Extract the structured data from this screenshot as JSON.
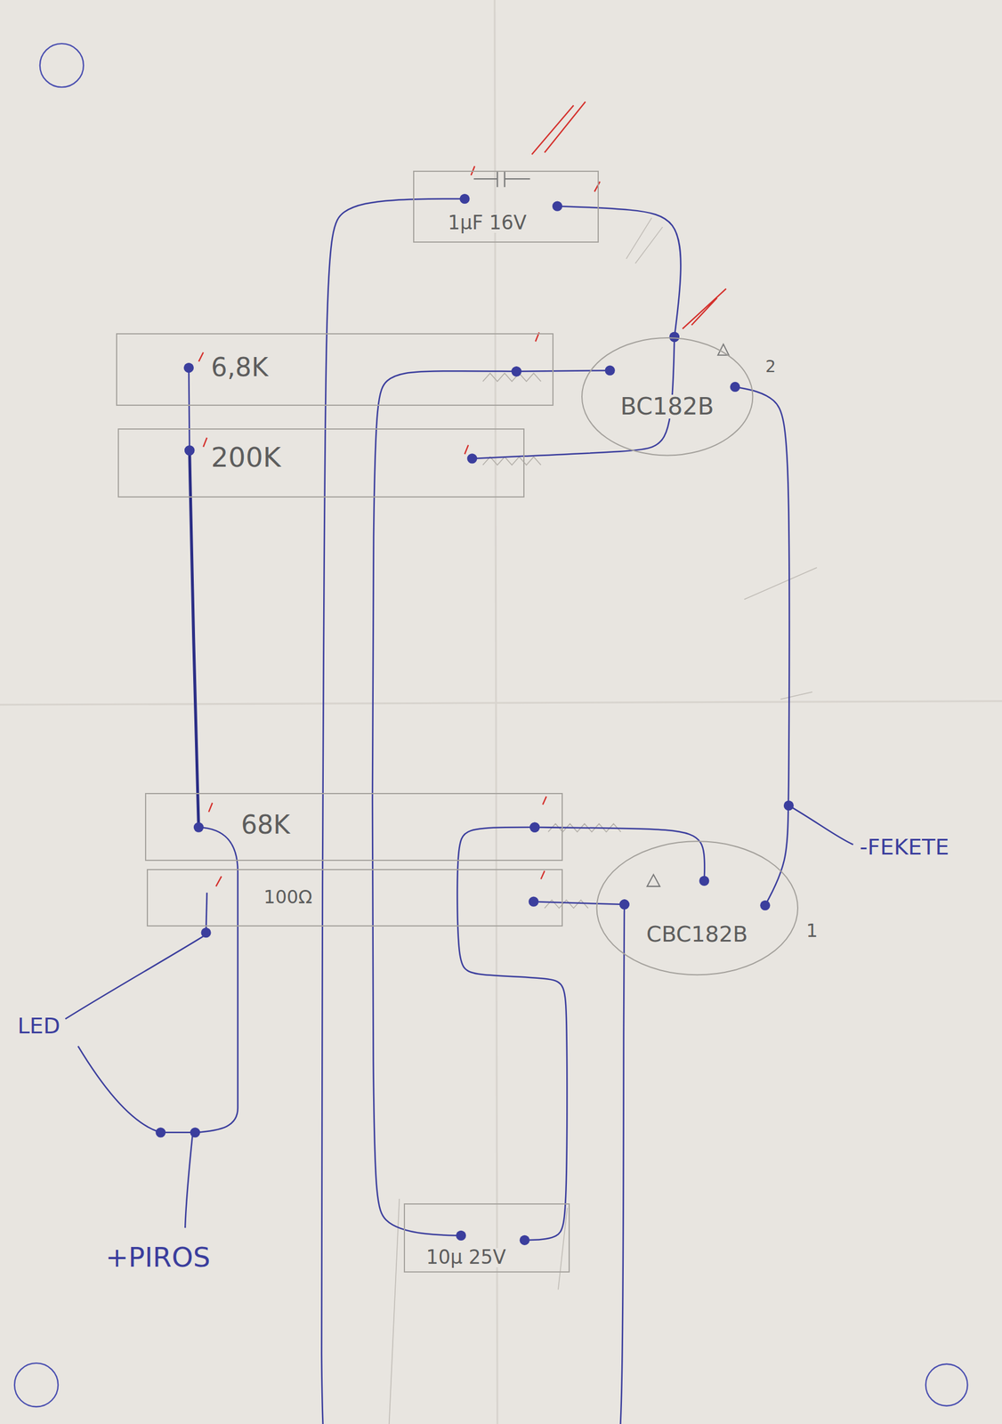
{
  "diagram": {
    "nodes": [
      {
        "text": [
          "1µF 16V"
        ]
      },
      {
        "text": [
          "6,8K"
        ]
      },
      {
        "text": [
          "BC182B"
        ]
      },
      {
        "text": [
          "200K"
        ]
      },
      {
        "text": [
          "68K"
        ]
      },
      {
        "text": [
          "100Ω"
        ]
      },
      {
        "text": [
          "CBC182B"
        ]
      },
      {
        "text": [
          "10µ 25V"
        ]
      }
    ],
    "edges": [
      {
        "from": 1,
        "to": 3,
        "arrow": "none"
      },
      {
        "from": 3,
        "to": 4,
        "arrow": "none"
      },
      {
        "from": 0,
        "to": 6,
        "arrow": "none"
      },
      {
        "from": 0,
        "to": 2,
        "arrow": "none"
      },
      {
        "from": 2,
        "to": 3,
        "arrow": "none"
      },
      {
        "from": 1,
        "to": 2,
        "arrow": "none"
      },
      {
        "from": 1,
        "to": 7,
        "arrow": "none"
      },
      {
        "from": 2,
        "to": 6,
        "arrow": "none"
      },
      {
        "from": 4,
        "to": 6,
        "arrow": "none"
      },
      {
        "from": 5,
        "to": 6,
        "arrow": "none"
      },
      {
        "from": 7,
        "to": 4,
        "arrow": "none"
      }
    ],
    "labels": [
      "2",
      "-FEKETE",
      "1",
      "LED",
      "+PIROS"
    ]
  }
}
